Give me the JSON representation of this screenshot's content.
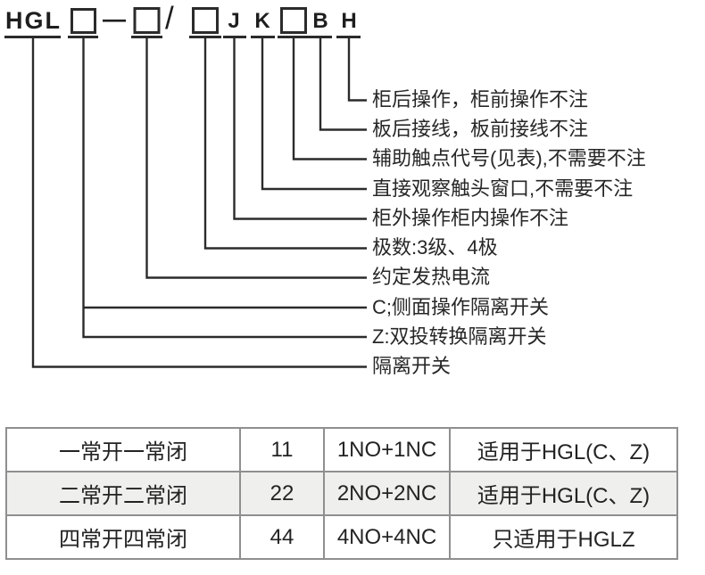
{
  "colors": {
    "line": "#2b2b2b",
    "text": "#272727",
    "table_border": "#8f8f8f",
    "table_alt_row_bg": "#efefee",
    "background": "#ffffff"
  },
  "code": {
    "prefix": "HGL",
    "dash": "—",
    "slash": "/",
    "letters": [
      "J",
      "K",
      "B",
      "H"
    ]
  },
  "callouts": [
    "柜后操作，柜前操作不注",
    "板后接线，板前接线不注",
    "辅助触点代号(见表),不需要不注",
    "直接观察触头窗口,不需要不注",
    "柜外操作柜内操作不注",
    "极数:3级、4极",
    "约定发热电流",
    "C;侧面操作隔离开关",
    "Z:双投转换隔离开关",
    "隔离开关"
  ],
  "table": {
    "rows": [
      {
        "cells": [
          "一常开一常闭",
          "11",
          "1NO+1NC",
          "适用于HGL(C、Z)"
        ]
      },
      {
        "cells": [
          "二常开二常闭",
          "22",
          "2NO+2NC",
          "适用于HGL(C、Z)"
        ]
      },
      {
        "cells": [
          "四常开四常闭",
          "44",
          "4NO+4NC",
          "只适用于HGLZ"
        ]
      }
    ]
  }
}
